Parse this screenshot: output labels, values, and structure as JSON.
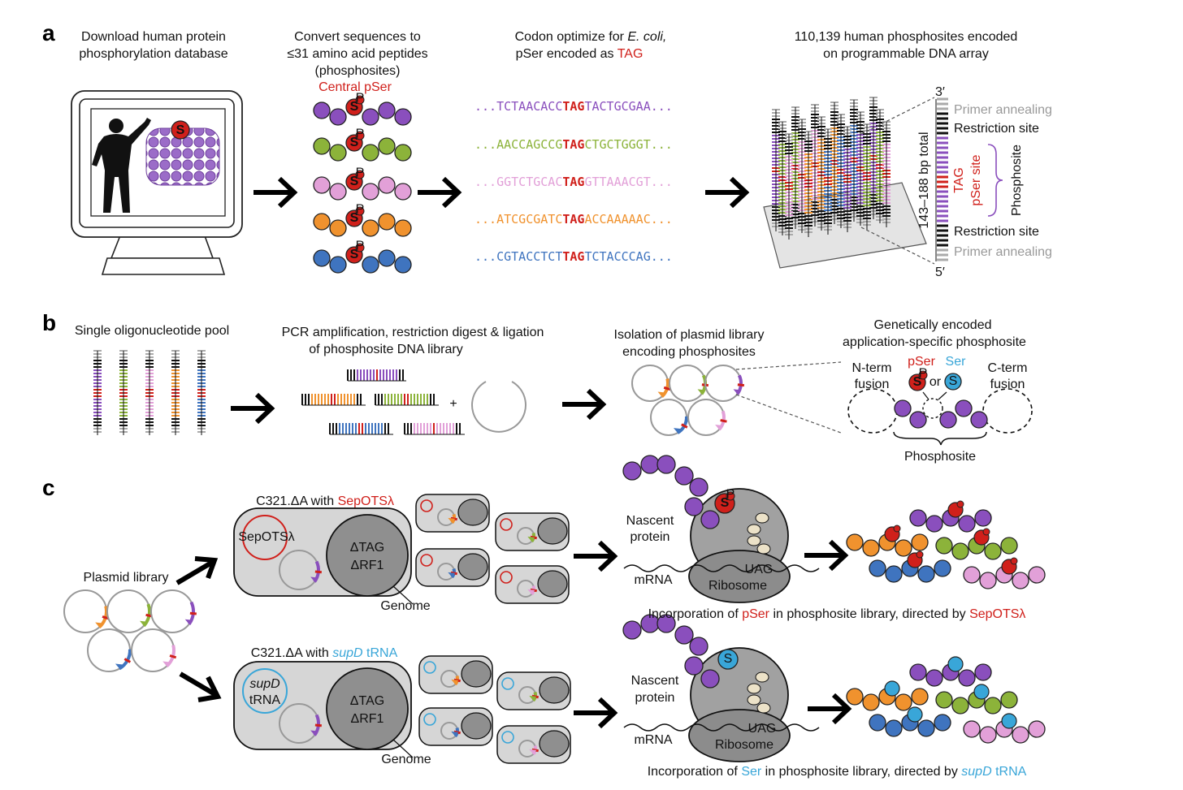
{
  "palette": {
    "purple": "#8a4fbd",
    "green": "#8cb33a",
    "pink": "#e2a0d8",
    "orange": "#f0922e",
    "blue": "#3f74bf",
    "red": "#d0201b",
    "cyan": "#39a6d8",
    "cell_fill": "#d6d6d6",
    "genome_fill": "#8f8f8f",
    "gray_text": "#999999"
  },
  "panel_a": {
    "letter": "a",
    "step1": {
      "line1": "Download human protein",
      "line2": "phosphorylation database"
    },
    "step2": {
      "line1": "Convert sequences to",
      "line2": "≤31 amino acid peptides",
      "line3": "(phosphosites)",
      "central_label": "Central pSer"
    },
    "step3": {
      "line1": "Codon optimize for ",
      "line1_italic": "E. coli,",
      "line2a": "pSer encoded as ",
      "line2b": "TAG"
    },
    "step4": {
      "line1": "110,139 human phosphosites encoded",
      "line2": "on programmable DNA array"
    },
    "sequences": [
      {
        "pre": "...TCTAACACC",
        "tag": "TAG",
        "post": "TACTGCGAA...",
        "color": "purple"
      },
      {
        "pre": "...AACCAGCCG",
        "tag": "TAG",
        "post": "CTGCTGGGT...",
        "color": "green"
      },
      {
        "pre": "...GGTCTGCAC",
        "tag": "TAG",
        "post": "GTTAAACGT...",
        "color": "pink"
      },
      {
        "pre": "...ATCGCGATC",
        "tag": "TAG",
        "post": "ACCAAAAAC...",
        "color": "orange"
      },
      {
        "pre": "...CGTACCTCT",
        "tag": "TAG",
        "post": "TCTACCCAG...",
        "color": "blue"
      }
    ],
    "oligo": {
      "end3": "3′",
      "end5": "5′",
      "primer_top": "Primer annealing",
      "restriction_top": "Restriction site",
      "restriction_bottom": "Restriction site",
      "primer_bottom": "Primer annealing",
      "tag": "TAG",
      "pser_site": "pSer site",
      "phosphosite": "Phosphosite",
      "total": "143–188 bp total"
    },
    "ser_glyph": "S",
    "p_glyph": "P"
  },
  "panel_b": {
    "letter": "b",
    "pool": "Single oligonucleotide pool",
    "pcr_line1": "PCR amplification, restriction digest & ligation",
    "pcr_line2": "of phosphosite DNA library",
    "plus": "+",
    "iso_line1": "Isolation of plasmid library",
    "iso_line2": "encoding phosphosites",
    "gen_line1": "Genetically encoded",
    "gen_line2": "application-specific phosphosite",
    "nterm1": "N-term",
    "nterm2": "fusion",
    "cterm1": "C-term",
    "cterm2": "fusion",
    "pser": "pSer",
    "ser": "Ser",
    "or": "or",
    "phosphosite": "Phosphosite"
  },
  "panel_c": {
    "letter": "c",
    "plasmid_library": "Plasmid library",
    "strain_top_a": "C321.ΔA with ",
    "strain_top_b": "SepOTSλ",
    "strain_bot_a": "C321.ΔA with ",
    "strain_bot_b": "supD",
    "strain_bot_c": " tRNA",
    "sepots": "SepOTSλ",
    "supd": "supD",
    "trna": "tRNA",
    "dtag": "ΔTAG",
    "drf1": "ΔRF1",
    "genome": "Genome",
    "nascent1": "Nascent",
    "nascent2": "protein",
    "mrna": "mRNA",
    "uag": "UAG",
    "ribosome": "Ribosome",
    "inc_top_a": "Incorporation of ",
    "inc_top_b": "pSer",
    "inc_top_c": " in phosphosite library, directed by ",
    "inc_top_d": "SepOTSλ",
    "inc_bot_a": "Incorporation of ",
    "inc_bot_b": "Ser",
    "inc_bot_c": " in phosphosite library, directed by ",
    "inc_bot_d": "supD",
    "inc_bot_e": " tRNA"
  }
}
